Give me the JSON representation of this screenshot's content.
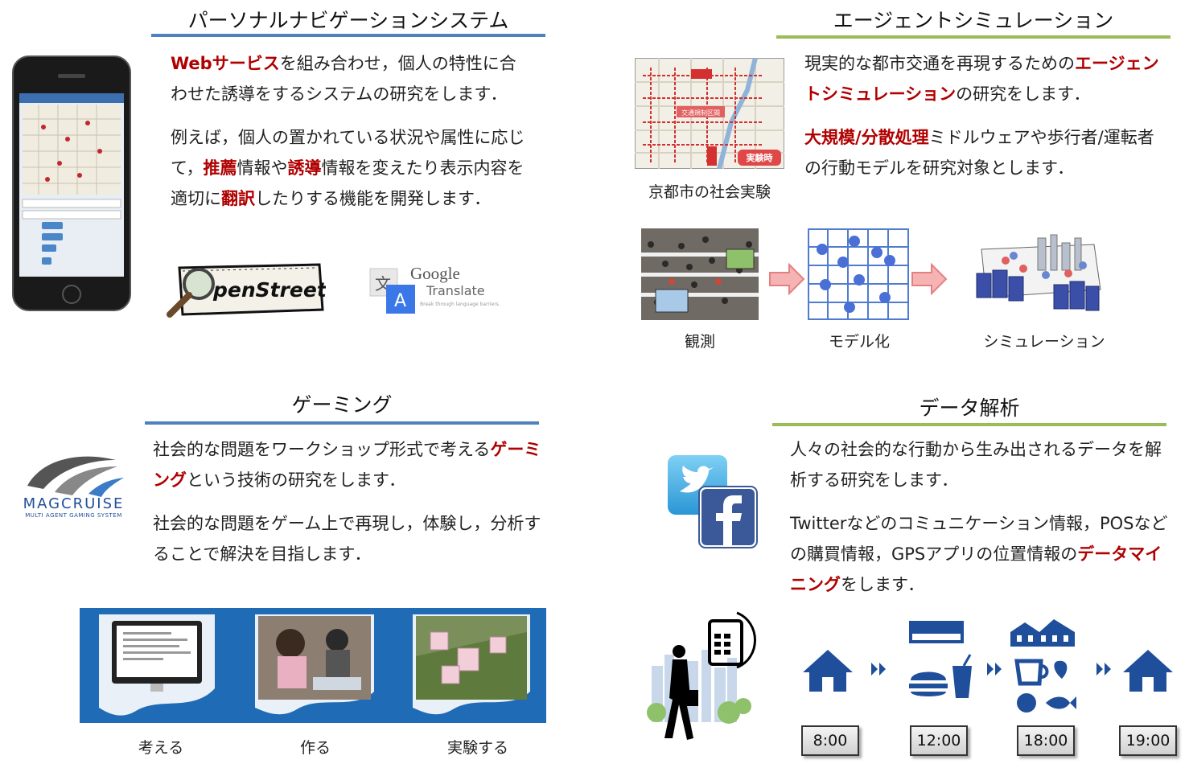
{
  "sections": {
    "navigation": {
      "title": "パーソナルナビゲーションシステム",
      "p1": [
        {
          "t": "Webサービス",
          "hl": true
        },
        {
          "t": "を組み合わせ，個人の特性に合わせた誘導をするシステムの研究をします．",
          "hl": false
        }
      ],
      "p2": [
        {
          "t": "例えば，個人の置かれている状況や属性に応じて，",
          "hl": false
        },
        {
          "t": "推薦",
          "hl": true
        },
        {
          "t": "情報や",
          "hl": false
        },
        {
          "t": "誘導",
          "hl": true
        },
        {
          "t": "情報を変えたり表示内容を適切に",
          "hl": false
        },
        {
          "t": "翻訳",
          "hl": true
        },
        {
          "t": "したりする機能を開発します．",
          "hl": false
        }
      ],
      "osm_logo": "penStreetMap",
      "google_logo": "Google",
      "google_sub": "Translate",
      "google_tagline": "Break through language barriers."
    },
    "agent": {
      "title": "エージェントシミュレーション",
      "p1": [
        {
          "t": "現実的な都市交通を再現するための",
          "hl": false
        },
        {
          "t": "エージェントシミュレーション",
          "hl": true
        },
        {
          "t": "の研究をします．",
          "hl": false
        }
      ],
      "p2": [
        {
          "t": "大規模/分散処理",
          "hl": true
        },
        {
          "t": "ミドルウェアや歩行者/運転者の行動モデルを研究対象とします．",
          "hl": false
        }
      ],
      "map_caption": "京都市の社会実験",
      "map_badge": "実験時",
      "map_label": "交通規制区間",
      "steps": [
        "観測",
        "モデル化",
        "シミュレーション"
      ]
    },
    "gaming": {
      "title": "ゲーミング",
      "p1": [
        {
          "t": "社会的な問題をワークショップ形式で考える",
          "hl": false
        },
        {
          "t": "ゲーミング",
          "hl": true
        },
        {
          "t": "という技術の研究をします．",
          "hl": false
        }
      ],
      "p2": [
        {
          "t": "社会的な問題をゲーム上で再現し，体験し，分析することで解決を目指します．",
          "hl": false
        }
      ],
      "logo_name": "MAGCRUISE",
      "logo_sub": "MULTI AGENT GAMING SYSTEM",
      "steps": [
        "考える",
        "作る",
        "実験する"
      ]
    },
    "data": {
      "title": "データ解析",
      "p1": [
        {
          "t": "人々の社会的な行動から生み出されるデータを解析する研究をします．",
          "hl": false
        }
      ],
      "p2": [
        {
          "t": "Twitterなどのコミュニケーション情報，POSなどの購買情報，GPSアプリの位置情報の",
          "hl": false
        },
        {
          "t": "データマイニング",
          "hl": true
        },
        {
          "t": "をします．",
          "hl": false
        }
      ],
      "times": [
        "8:00",
        "12:00",
        "18:00",
        "19:00"
      ]
    }
  },
  "colors": {
    "highlight": "#b00000",
    "blue_rule": "#4f81bd",
    "green_rule": "#9bbb59",
    "icon_blue": "#1f4e9a"
  }
}
